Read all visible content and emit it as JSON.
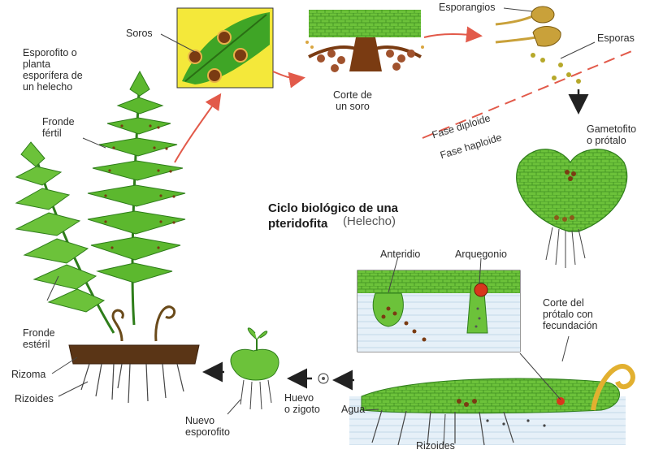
{
  "title": {
    "main": "Ciclo biológico de una pteridofita",
    "sub": "(Helecho)"
  },
  "labels": {
    "esporofito": [
      "Esporofito o",
      "planta",
      "esporífera de",
      "un helecho"
    ],
    "fronde_fertil": [
      "Fronde",
      "fértil"
    ],
    "fronde_esteril": [
      "Fronde",
      "estéril"
    ],
    "rizoma": "Rizoma",
    "rizoides_left": "Rizoides",
    "soros": "Soros",
    "corte_soro": [
      "Corte de",
      "un soro"
    ],
    "esporangios": "Esporangios",
    "esporas": "Esporas",
    "fase_diploide": "Fase diploide",
    "fase_haploide": "Fase haploide",
    "gametofito": [
      "Gametofito",
      "o prótalo"
    ],
    "anteridio": "Anteridio",
    "arquegonio": "Arquegonio",
    "corte_protalo": [
      "Corte del",
      "prótalo con",
      "fecundación"
    ],
    "agua": "Agua",
    "rizoides_bottom": "Rizoides",
    "huevo": [
      "Huevo",
      "o zigoto"
    ],
    "nuevo_esporofito": [
      "Nuevo",
      "esporofito"
    ]
  },
  "colors": {
    "leaf_green": "#4caf2a",
    "leaf_dark": "#2e7d1a",
    "sorus_brown": "#7a3b12",
    "yellow_box": "#f4e83a",
    "rhizome": "#5a3516",
    "arrow_red": "#e25a4a",
    "arrow_black": "#222222",
    "water_blue": "#d8e8f4"
  }
}
